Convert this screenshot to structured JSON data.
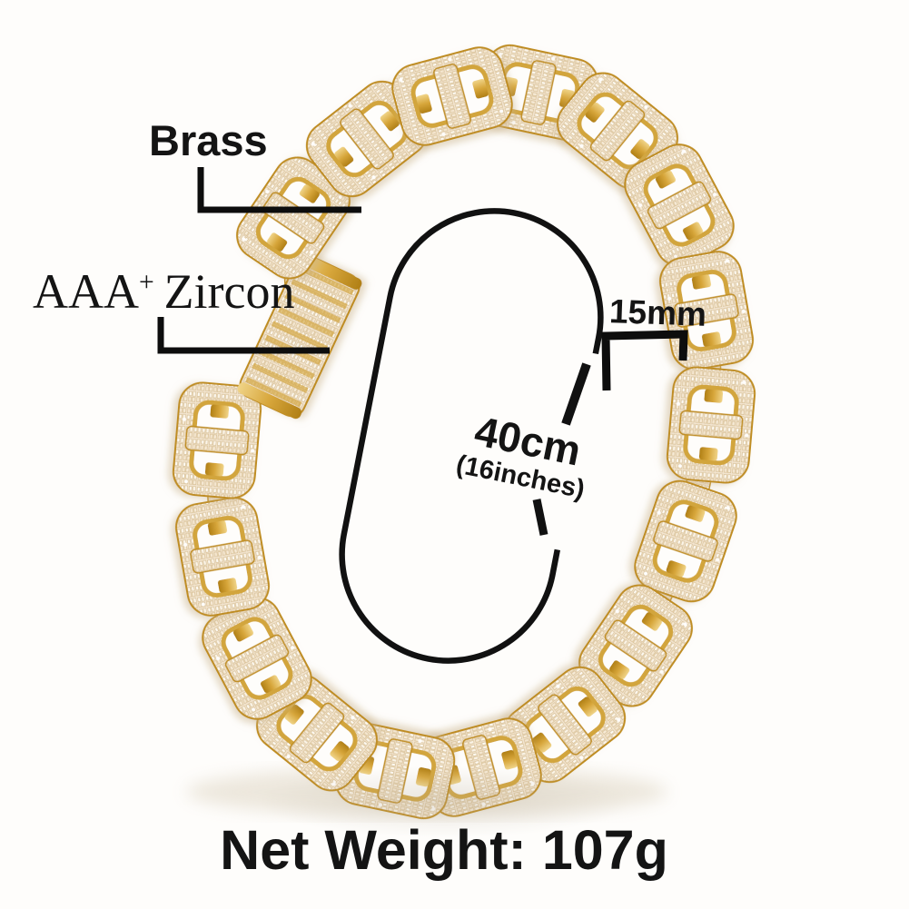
{
  "annotations": {
    "material": "Brass",
    "zircon_prefix": "AAA",
    "zircon_sup": "+",
    "zircon_word": "Zircon",
    "link_width": "15mm",
    "chain_length": "40cm",
    "chain_length_inches": "(16inches)",
    "net_weight": "Net Weight: 107g"
  },
  "colors": {
    "gold": "#d2a53c",
    "gold_deep": "#bf8d22",
    "pave": "#f2e4cf",
    "pave_light": "#fbf4e8",
    "line": "#111111",
    "background": "#fefdfb"
  }
}
